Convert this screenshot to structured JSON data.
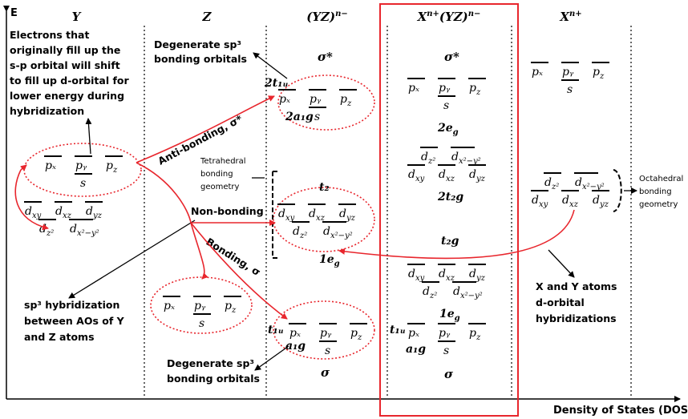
{
  "axes": {
    "y_label": "E",
    "x_label": "Density of States (DOS)"
  },
  "columns": {
    "y": "Y",
    "z": "Z",
    "yz_base": "(YZ)",
    "yz_sup": "n−",
    "x_base": "X",
    "x_sup": "n+",
    "xyz_base": "(YZ)",
    "xyz_sup": "n−",
    "xn_base": "X",
    "xn_sup": "n+"
  },
  "notes": {
    "electron_shift": [
      "Electrons that",
      "originally fill up the",
      "s-p orbital will shift",
      "to fill up d-orbital for",
      "lower energy during",
      "hybridization"
    ],
    "degenerate_top": [
      "Degenerate sp³",
      "bonding orbitals"
    ],
    "degenerate_bottom": [
      "Degenerate sp³",
      "bonding orbitals"
    ],
    "tetrahedral": [
      "Tetrahedral",
      "bonding",
      "geometry"
    ],
    "octahedral": [
      "Octahedral",
      "bonding",
      "geometry"
    ],
    "sp3_hybrid": [
      "sp³ hybridization",
      "between AOs of Y",
      "and Z atoms"
    ],
    "xy_hybrid": [
      "X and Y atoms",
      "d-orbital",
      "hybridizations"
    ],
    "anti_bonding": "Anti-bonding, σ*",
    "non_bonding": "Non-bonding",
    "bonding": "Bonding, σ"
  },
  "orbitals": {
    "px": "pₓ",
    "py": "pᵧ",
    "pz": "p_z",
    "s": "s",
    "dxy": "d_xy",
    "dxz": "d_xz",
    "dyz": "d_yz",
    "dz2": "d_z²",
    "dx2y2": "d_x²−y²"
  },
  "symmetry": {
    "sigma_star": "σ*",
    "sigma": "σ",
    "t1u": "t₁ᵤ",
    "a1g": "a₁g",
    "two_t1u": "2t₁ᵤ",
    "two_a1g": "2a₁g",
    "t2": "t₂",
    "one_eg": "1e_g",
    "two_eg": "2e_g",
    "two_t2g": "2t₂g",
    "t2g": "t₂g"
  },
  "colors": {
    "highlight_box": "#e8262d",
    "arrow_red": "#e8262d",
    "ellipse": "#e8262d",
    "text": "#000000"
  }
}
